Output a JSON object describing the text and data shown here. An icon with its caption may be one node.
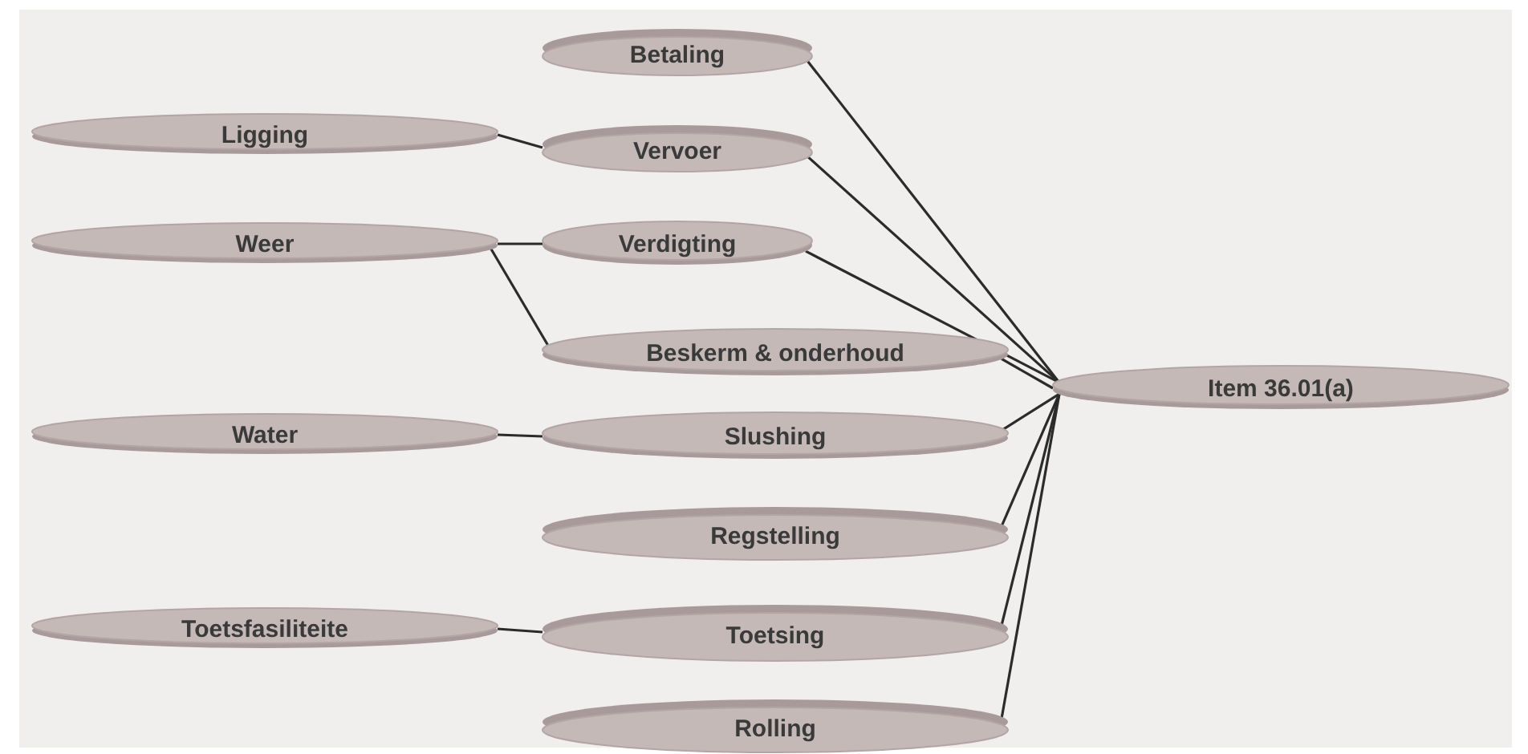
{
  "diagram": {
    "nodes": [
      {
        "text": [
          "Betaling"
        ]
      },
      {
        "text": [
          "Ligging"
        ]
      },
      {
        "text": [
          "Vervoer"
        ]
      },
      {
        "text": [
          "Weer"
        ]
      },
      {
        "text": [
          "Verdigting"
        ]
      },
      {
        "text": [
          "Beskerm & onderhoud"
        ]
      },
      {
        "text": [
          "Item 36.01(a)"
        ]
      },
      {
        "text": [
          "Water"
        ]
      },
      {
        "text": [
          "Slushing"
        ]
      },
      {
        "text": [
          "Regstelling"
        ]
      },
      {
        "text": [
          "Toetsfasiliteite"
        ]
      },
      {
        "text": [
          "Toetsing"
        ]
      },
      {
        "text": [
          "Rolling"
        ]
      }
    ],
    "edges": [
      {
        "from": 1,
        "to": 2,
        "arrow": "none"
      },
      {
        "from": 3,
        "to": 4,
        "arrow": "none"
      },
      {
        "from": 3,
        "to": 5,
        "arrow": "none"
      },
      {
        "from": 7,
        "to": 8,
        "arrow": "none"
      },
      {
        "from": 10,
        "to": 11,
        "arrow": "none"
      },
      {
        "from": 0,
        "to": 6,
        "arrow": "none"
      },
      {
        "from": 2,
        "to": 6,
        "arrow": "none"
      },
      {
        "from": 4,
        "to": 6,
        "arrow": "none"
      },
      {
        "from": 5,
        "to": 6,
        "arrow": "none"
      },
      {
        "from": 8,
        "to": 6,
        "arrow": "none"
      },
      {
        "from": 9,
        "to": 6,
        "arrow": "none"
      },
      {
        "from": 11,
        "to": 6,
        "arrow": "none"
      },
      {
        "from": 12,
        "to": 6,
        "arrow": "none"
      }
    ]
  }
}
